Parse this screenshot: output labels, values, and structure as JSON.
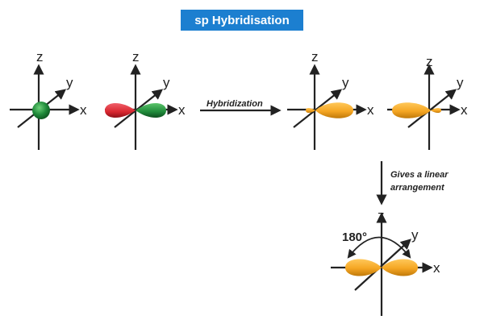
{
  "title": "sp Hybridisation",
  "axis_labels": {
    "x": "x",
    "y": "y",
    "z": "z"
  },
  "step1_label": "Hybridization",
  "step2_label_line1": "Gives a linear",
  "step2_label_line2": "arrangement",
  "angle_label": "180°",
  "colors": {
    "title_bg": "#1c7fd0",
    "s_orbital": "#1f8a3a",
    "p_lobe_negative": "#d8262f",
    "p_lobe_positive": "#1f8a3a",
    "sp_orbital": "#f5a623",
    "axis": "#222222"
  }
}
